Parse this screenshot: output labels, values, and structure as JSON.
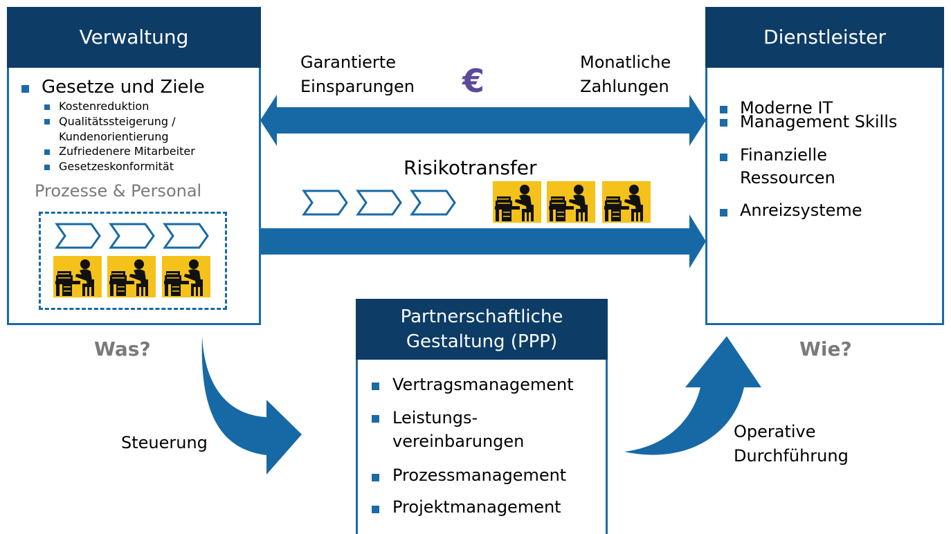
{
  "verwaltung": {
    "title": "Verwaltung",
    "main_item": "Gesetze und Ziele",
    "sub_items": [
      "Kostenreduktion",
      "Qualitätssteigerung /",
      "Kundenorientierung",
      "Zufriedenere Mitarbeiter",
      "Gesetzeskonformität"
    ],
    "section_label": "Prozesse & Personal"
  },
  "dienstleister": {
    "title": "Dienstleister",
    "items": [
      "Moderne IT",
      "Management Skills",
      "Finanzielle",
      "Ressourcen",
      "Anreizsysteme"
    ]
  },
  "flow": {
    "left_label_1": "Garantierte",
    "left_label_2": "Einsparungen",
    "right_label_1": "Monatliche",
    "right_label_2": "Zahlungen",
    "currency_symbol": "€",
    "risk_label": "Risikotransfer"
  },
  "ppp": {
    "title_1": "Partnerschaftliche",
    "title_2": "Gestaltung (PPP)",
    "items": [
      "Vertragsmanagement",
      "Leistungs-",
      "vereinbarungen",
      "Prozessmanagement",
      "Projektmanagement"
    ]
  },
  "labels": {
    "was": "Was?",
    "wie": "Wie?",
    "steuerung": "Steuerung",
    "operative_1": "Operative",
    "operative_2": "Durchführung"
  },
  "colors": {
    "header_navy": "#0d3c66",
    "arrow_blue": "#1769a6",
    "bullet_blue": "#1c6aa6",
    "icon_yellow": "#f4c21a",
    "euro_purple": "#5b4a9a",
    "grey_label": "#7a7a7a"
  },
  "icons": [
    "process-chevron-icon",
    "worker-at-desk-icon",
    "euro-icon",
    "double-arrow-icon",
    "curved-arrow-icon"
  ]
}
